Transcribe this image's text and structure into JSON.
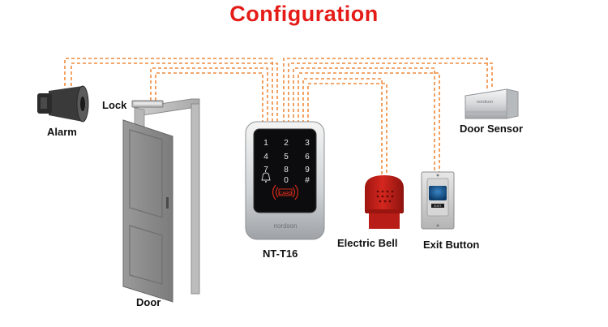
{
  "title": "Configuration",
  "labels": {
    "alarm": "Alarm",
    "lock": "Lock",
    "door": "Door",
    "device": "NT-T16",
    "electric_bell": "Electric Bell",
    "exit_button": "Exit Button",
    "door_sensor": "Door Sensor"
  },
  "keypad": {
    "keys": [
      "1",
      "2",
      "3",
      "4",
      "5",
      "6",
      "7",
      "8",
      "9",
      "",
      "0",
      "#"
    ],
    "card_text": "CARD",
    "brand": "nordson"
  },
  "sensor_brand": "nordson",
  "exit_plate_text": "EXIT",
  "colors": {
    "title": "#e41b17",
    "wire": "#f08a3c",
    "bell": "#c8221c",
    "door": "#8a8a8a"
  }
}
